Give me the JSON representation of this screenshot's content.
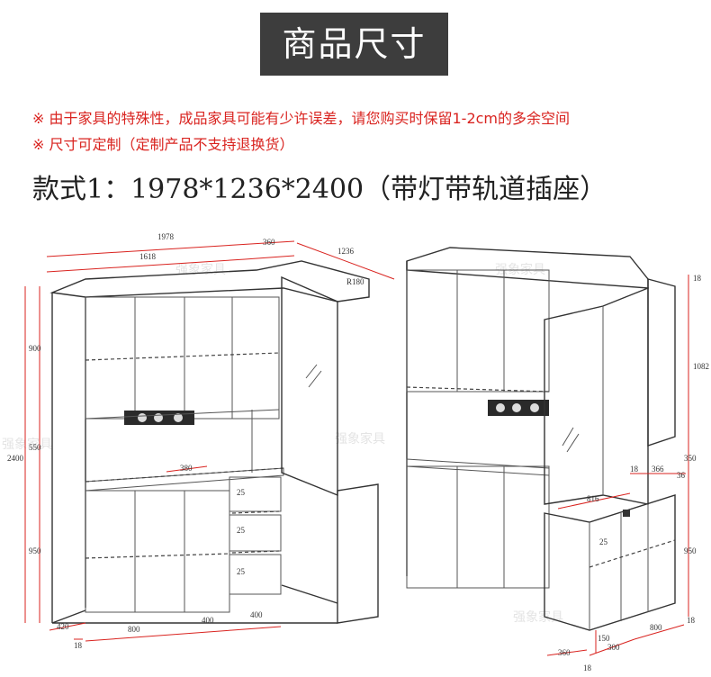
{
  "header": {
    "title": "商品尺寸"
  },
  "notes": [
    "※ 由于家具的特殊性，成品家具可能有少许误差，请您购买时保留1-2cm的多余空间",
    "※ 尺寸可定制（定制产品不支持退换货）"
  ],
  "spec": "款式1：1978*1236*2400（带灯带轨道插座）",
  "watermark": "强象家具",
  "left_view": {
    "dims": {
      "width_total": "1978",
      "width_main": "1618",
      "width_side": "360",
      "depth": "1236",
      "radius": "R180",
      "height_total": "2400",
      "height_top": "900",
      "height_mid": "550",
      "height_bottom": "950",
      "inner_depth": "380",
      "depth_base": "420",
      "w_bottom_1": "800",
      "w_bottom_2": "400",
      "w_bottom_3": "400",
      "base_thickness": "18",
      "drawer_1": "25",
      "drawer_2": "25",
      "drawer_3": "25"
    }
  },
  "right_view": {
    "dims": {
      "top_1": "18",
      "top_2": "1082",
      "side_1": "350",
      "side_2": "950",
      "side_3": "18",
      "mid_1": "18",
      "mid_2": "366",
      "mid_3": "36",
      "depth_816": "816",
      "bottom_360": "360",
      "bottom_300": "300",
      "bottom_800": "800",
      "plinth_150": "150",
      "plinth_18": "18",
      "sink_25": "25"
    }
  }
}
